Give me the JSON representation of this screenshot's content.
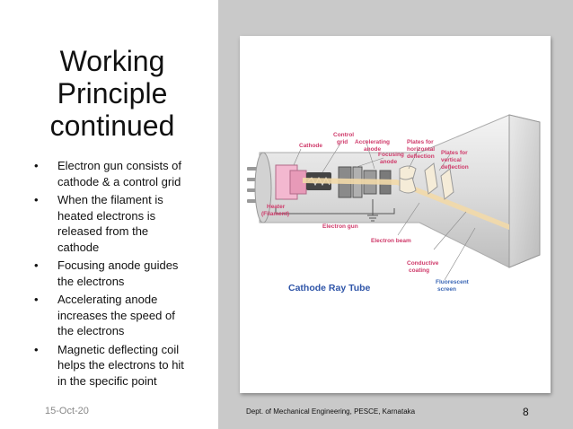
{
  "slide": {
    "title_lines": [
      "Working",
      "Principle",
      "continued"
    ],
    "bullets": [
      "Electron gun consists of cathode & a control grid",
      "When the filament is heated electrons is released from the cathode",
      "Focusing anode guides the electrons",
      "Accelerating anode increases the speed of the electrons",
      "Magnetic deflecting coil helps the electrons to hit in the specific point"
    ],
    "bullet_char": "•"
  },
  "figure": {
    "caption": "Cathode Ray Tube",
    "labels": {
      "cathode": "Cathode",
      "control_grid_1": "Control",
      "control_grid_2": "grid",
      "accelerating_anode_1": "Accelerating",
      "accelerating_anode_2": "anode",
      "focusing_anode_1": "Focusing",
      "focusing_anode_2": "anode",
      "plates_horizontal_1": "Plates for",
      "plates_horizontal_2": "horizontal",
      "plates_horizontal_3": "deflection",
      "plates_vertical_1": "Plates for",
      "plates_vertical_2": "vertical",
      "plates_vertical_3": "deflection",
      "heater_1": "Heater",
      "heater_2": "(Filament)",
      "electron_gun": "Electron gun",
      "electron_beam": "Electron beam",
      "conductive_coating_1": "Conductive",
      "conductive_coating_2": "coating",
      "fluorescent_screen_1": "Fluorescent",
      "fluorescent_screen_2": "screen"
    },
    "colors": {
      "label": "#cf3a6a",
      "label_blue": "#3a66b5",
      "caption": "#2f55a8",
      "beam": "#f2d9a8"
    }
  },
  "footer": {
    "date": "15-Oct-20",
    "department": "Dept. of Mechanical Engineering, PESCE, Karnataka",
    "page": "8"
  }
}
